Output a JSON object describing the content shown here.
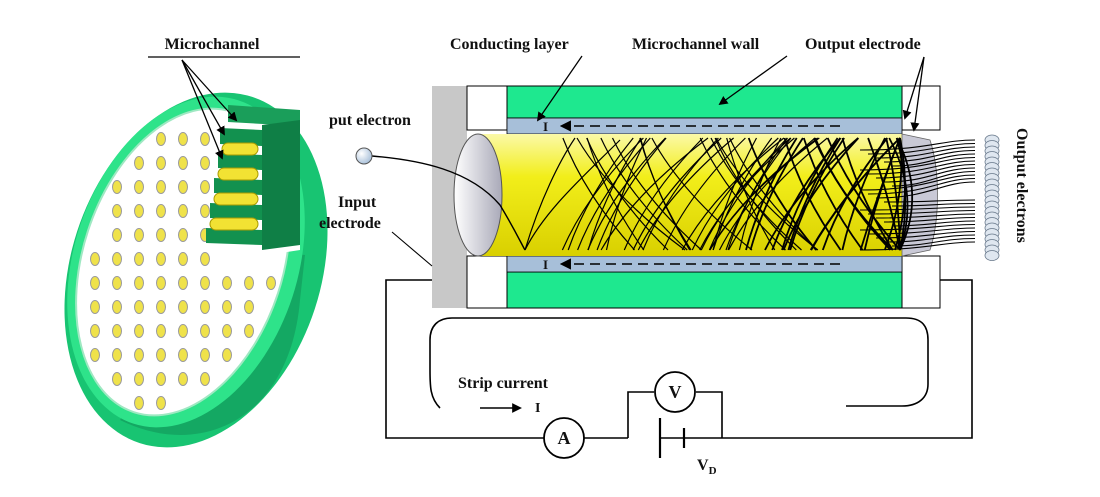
{
  "labels": {
    "microchannel": "Microchannel",
    "conducting_layer": "Conducting layer",
    "microchannel_wall": "Microchannel wall",
    "output_electrode": "Output electrode",
    "input_electron": "put electron",
    "input_electrode_line1": "Input",
    "input_electrode_line2": "electrode",
    "output_electrons": "Output electrons",
    "strip_current": "Strip current",
    "current_symbol": "I",
    "current_top": "I",
    "current_bottom": "I",
    "voltmeter": "V",
    "ammeter": "A",
    "voltage_symbol": "V",
    "voltage_subscript": "D"
  },
  "colors": {
    "wall_green": "#1ee88f",
    "plate_green": "#22d67e",
    "channel_yellow": "#f2ee1a",
    "conducting_blue": "#a7bfd9",
    "electrode_gray": "#c8c8c8",
    "hole_yellow": "#efe24a",
    "trajectory": "#000000"
  }
}
